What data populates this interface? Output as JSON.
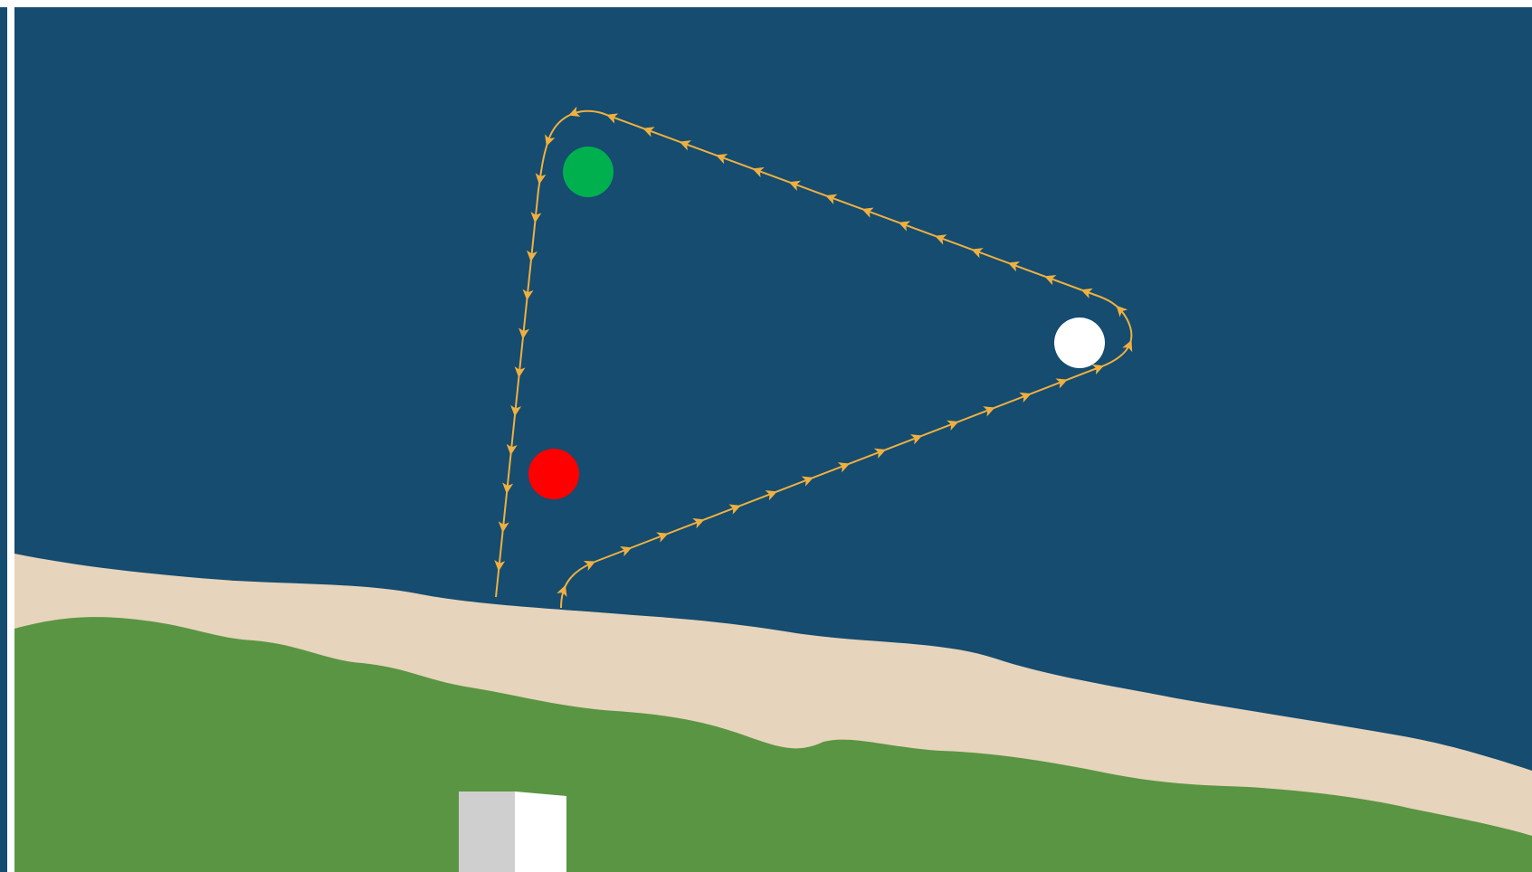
{
  "map": {
    "colors": {
      "border": "#154c70",
      "water": "#154c70",
      "sand": "#e6d4bc",
      "grass": "#5a9543",
      "route": "#f0b040",
      "building_shade": "#cfcfcf",
      "building_light": "#ffffff"
    },
    "markers": [
      {
        "name": "green-buoy",
        "color": "#00b04f"
      },
      {
        "name": "white-buoy",
        "color": "#ffffff"
      },
      {
        "name": "red-buoy",
        "color": "#ff0000"
      }
    ],
    "route": {
      "description_icon": "arrow-icon",
      "direction": "counter-clockwise"
    }
  }
}
